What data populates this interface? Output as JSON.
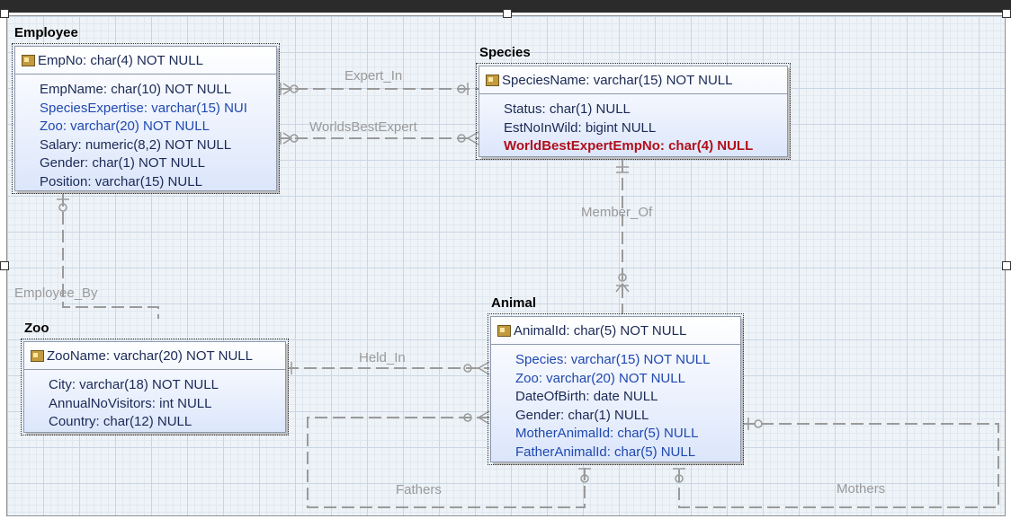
{
  "relationships": {
    "expert_in": "Expert_In",
    "worlds_best_expert": "WorldsBestExpert",
    "member_of": "Member_Of",
    "employee_by": "Employee_By",
    "held_in": "Held_In",
    "fathers": "Fathers",
    "mothers": "Mothers"
  },
  "entities": {
    "employee": {
      "title": "Employee",
      "pk": "EmpNo: char(4) NOT NULL",
      "attrs": [
        "EmpName: char(10) NOT NULL",
        "SpeciesExpertise: varchar(15) NUI",
        "Zoo: varchar(20) NOT NULL",
        "Salary: numeric(8,2) NOT NULL",
        "Gender: char(1) NOT NULL",
        "Position: varchar(15) NULL"
      ]
    },
    "species": {
      "title": "Species",
      "pk": "SpeciesName: varchar(15) NOT NULL",
      "attrs": [
        "Status: char(1) NULL",
        "EstNoInWild: bigint NULL",
        "WorldBestExpertEmpNo: char(4) NULL"
      ]
    },
    "zoo": {
      "title": "Zoo",
      "pk": "ZooName: varchar(20) NOT NULL",
      "attrs": [
        "City: varchar(18) NOT NULL",
        "AnnualNoVisitors: int NULL",
        "Country: char(12) NULL"
      ]
    },
    "animal": {
      "title": "Animal",
      "pk": "AnimalId: char(5) NOT NULL",
      "attrs": [
        "Species: varchar(15) NOT NULL",
        "Zoo: varchar(20) NOT NULL",
        "DateOfBirth: date NULL",
        "Gender: char(1) NULL",
        "MotherAnimalId: char(5) NULL",
        "FatherAnimalId: char(5) NULL"
      ]
    }
  },
  "colors": {
    "fk_text": "#1f49b0",
    "text": "#1b2a55",
    "highlight_fk": "#b10f1a",
    "relationship_line": "#9a9a9a"
  }
}
